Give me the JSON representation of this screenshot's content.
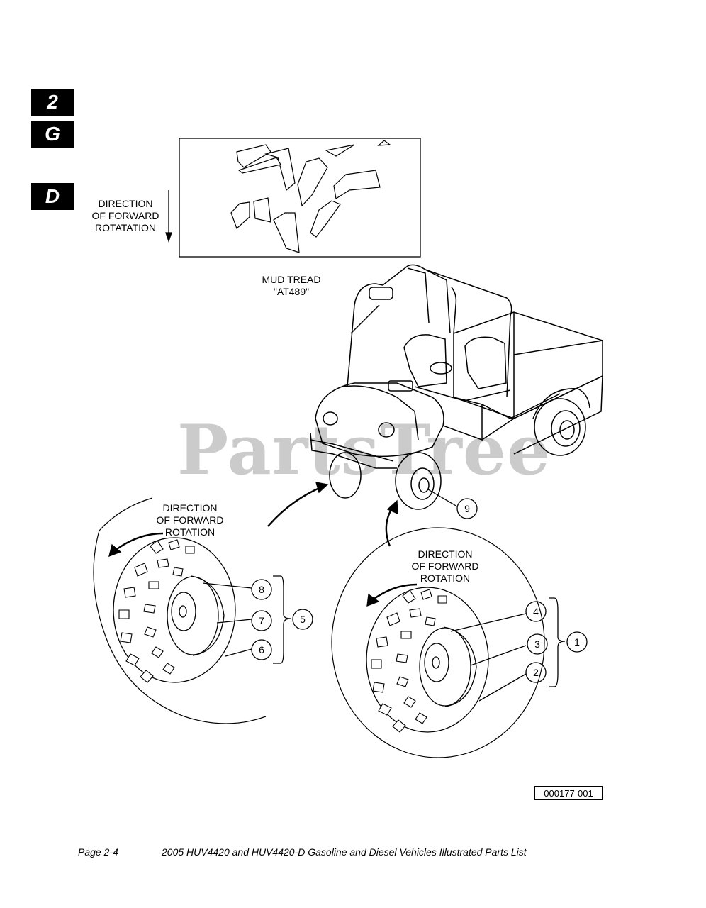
{
  "tabs": [
    {
      "label": "2"
    },
    {
      "label": "G"
    },
    {
      "label": "D"
    }
  ],
  "inset": {
    "direction_lines": [
      "DIRECTION",
      "OF FORWARD",
      "ROTATATION"
    ],
    "tread_lines": [
      "MUD TREAD",
      "\"AT489\""
    ]
  },
  "left_wheel": {
    "direction_lines": [
      "DIRECTION",
      "OF FORWARD",
      "ROTATION"
    ],
    "callouts": [
      "8",
      "7",
      "6"
    ],
    "group": "5"
  },
  "right_wheel": {
    "direction_lines": [
      "DIRECTION",
      "OF FORWARD",
      "ROTATION"
    ],
    "callouts": [
      "4",
      "3",
      "2"
    ],
    "group": "1"
  },
  "vehicle": {
    "callout": "9",
    "watermark": "PartsTree"
  },
  "figure_id": "000177-001",
  "footer": {
    "page": "Page 2-4",
    "title": "2005 HUV4420 and HUV4420-D Gasoline and Diesel Vehicles Illustrated Parts List"
  }
}
